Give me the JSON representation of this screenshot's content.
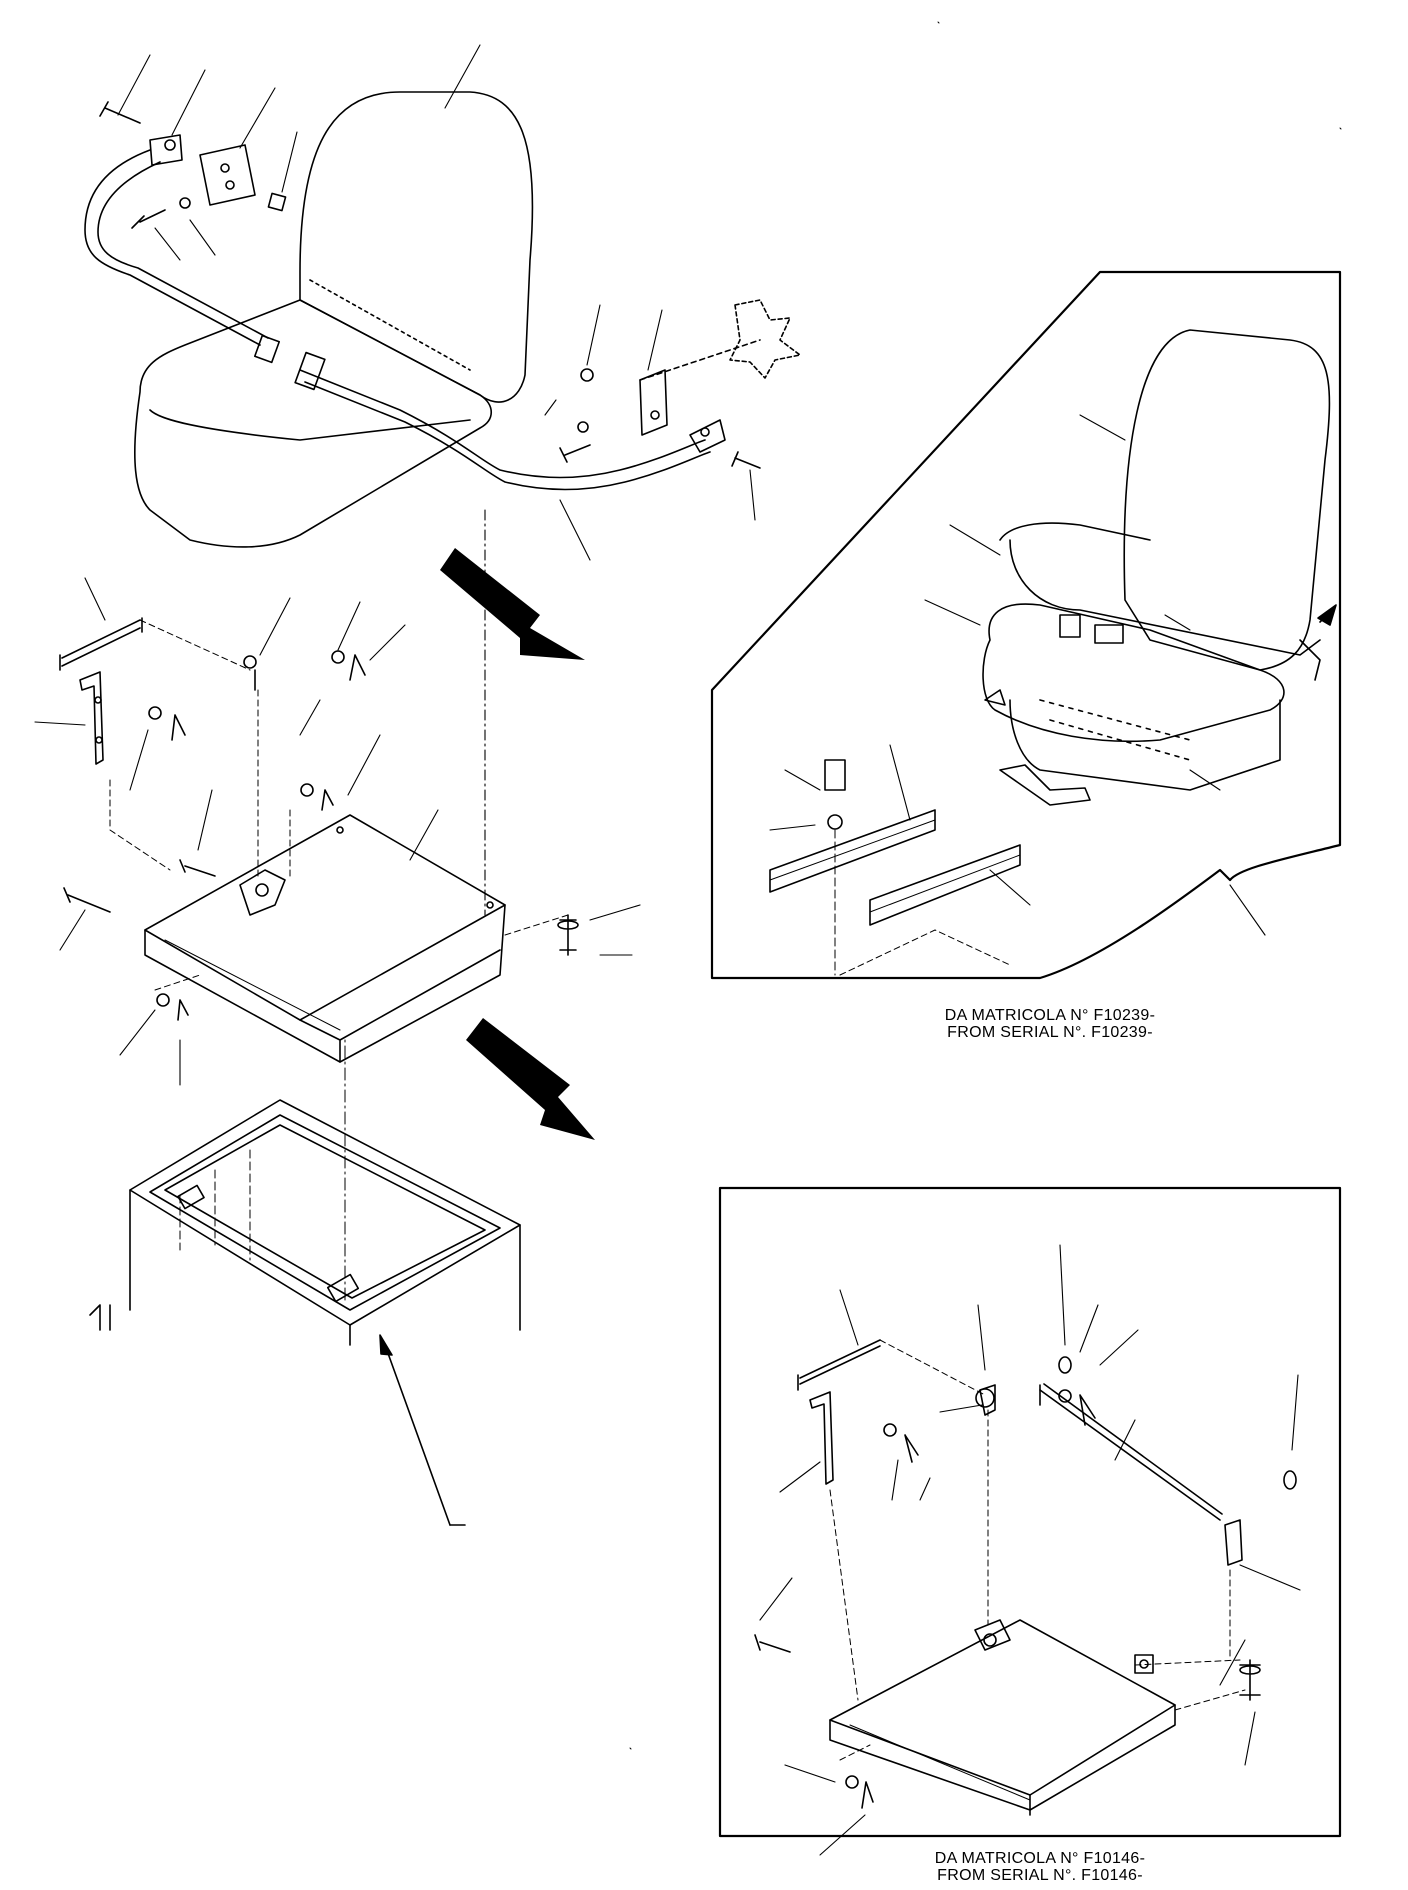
{
  "captions": {
    "serial_f10239_it": "DA MATRICOLA N° F10239-",
    "serial_f10239_en": "FROM SERIAL N°. F10239-",
    "serial_f10146_it": "DA MATRICOLA N° F10146-",
    "serial_f10146_en": "FROM SERIAL N°. F10146-"
  },
  "icons": {
    "arrow": "arrow-icon",
    "seat": "seat-icon"
  }
}
